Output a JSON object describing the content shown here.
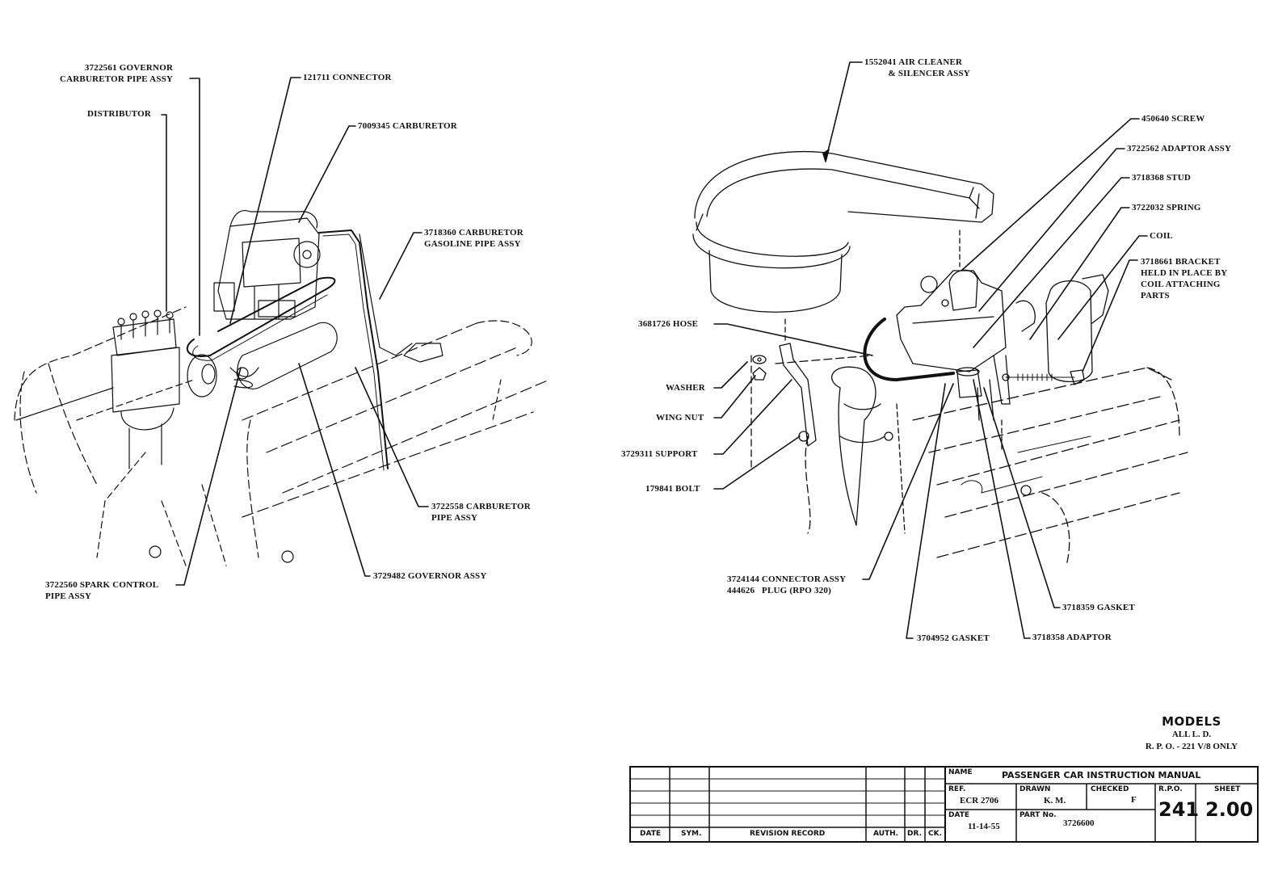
{
  "left_figure": {
    "callouts": [
      {
        "id": "governor-carb-pipe",
        "text": "3722561 GOVERNOR\nCARBURETOR PIPE ASSY"
      },
      {
        "id": "connector",
        "text": "121711 CONNECTOR"
      },
      {
        "id": "distributor",
        "text": "DISTRIBUTOR"
      },
      {
        "id": "carburetor",
        "text": "7009345 CARBURETOR"
      },
      {
        "id": "gasoline-pipe",
        "text": "3718360 CARBURETOR\nGASOLINE PIPE ASSY"
      },
      {
        "id": "carb-pipe",
        "text": "3722558 CARBURETOR\nPIPE ASSY"
      },
      {
        "id": "governor-assy",
        "text": "3729482 GOVERNOR ASSY"
      },
      {
        "id": "spark-control-pipe",
        "text": "3722560 SPARK CONTROL\nPIPE ASSY"
      }
    ]
  },
  "right_figure": {
    "callouts": [
      {
        "id": "air-cleaner",
        "text": "1552041 AIR CLEANER\n          & SILENCER ASSY"
      },
      {
        "id": "screw",
        "text": "450640 SCREW"
      },
      {
        "id": "adaptor-assy",
        "text": "3722562 ADAPTOR ASSY"
      },
      {
        "id": "stud",
        "text": "3718368 STUD"
      },
      {
        "id": "spring",
        "text": "3722032 SPRING"
      },
      {
        "id": "coil",
        "text": "COIL"
      },
      {
        "id": "bracket",
        "text": "3718661 BRACKET\nHELD IN PLACE BY\nCOIL ATTACHING\nPARTS"
      },
      {
        "id": "hose",
        "text": "3681726 HOSE"
      },
      {
        "id": "washer",
        "text": "WASHER"
      },
      {
        "id": "wing-nut",
        "text": "WING NUT"
      },
      {
        "id": "support",
        "text": "3729311 SUPPORT"
      },
      {
        "id": "bolt",
        "text": "179841 BOLT"
      },
      {
        "id": "connector-assy",
        "text": "3724144 CONNECTOR ASSY\n444626   PLUG (RPO 320)"
      },
      {
        "id": "gasket-1",
        "text": "3718359 GASKET"
      },
      {
        "id": "gasket-2",
        "text": "3704952 GASKET"
      },
      {
        "id": "adaptor",
        "text": "3718358 ADAPTOR"
      }
    ]
  },
  "models": {
    "title": "MODELS",
    "line1": "ALL L. D.",
    "line2": "R. P. O.  - 221 V/8 ONLY"
  },
  "title_block": {
    "revision_headers": [
      "DATE",
      "SYM.",
      "REVISION RECORD",
      "AUTH.",
      "DR.",
      "CK."
    ],
    "name_label": "NAME",
    "name_value": "PASSENGER CAR INSTRUCTION MANUAL",
    "ref_label": "REF.",
    "ref_value": "ECR 2706",
    "drawn_label": "DRAWN",
    "drawn_value": "K. M.",
    "checked_label": "CHECKED",
    "checked_value": "F",
    "rpo_label": "R.P.O.",
    "rpo_value": "241",
    "sheet_label": "SHEET",
    "sheet_value": "2.00",
    "date_label": "DATE",
    "date_value": "11-14-55",
    "part_label": "PART No.",
    "part_value": "3726600"
  }
}
